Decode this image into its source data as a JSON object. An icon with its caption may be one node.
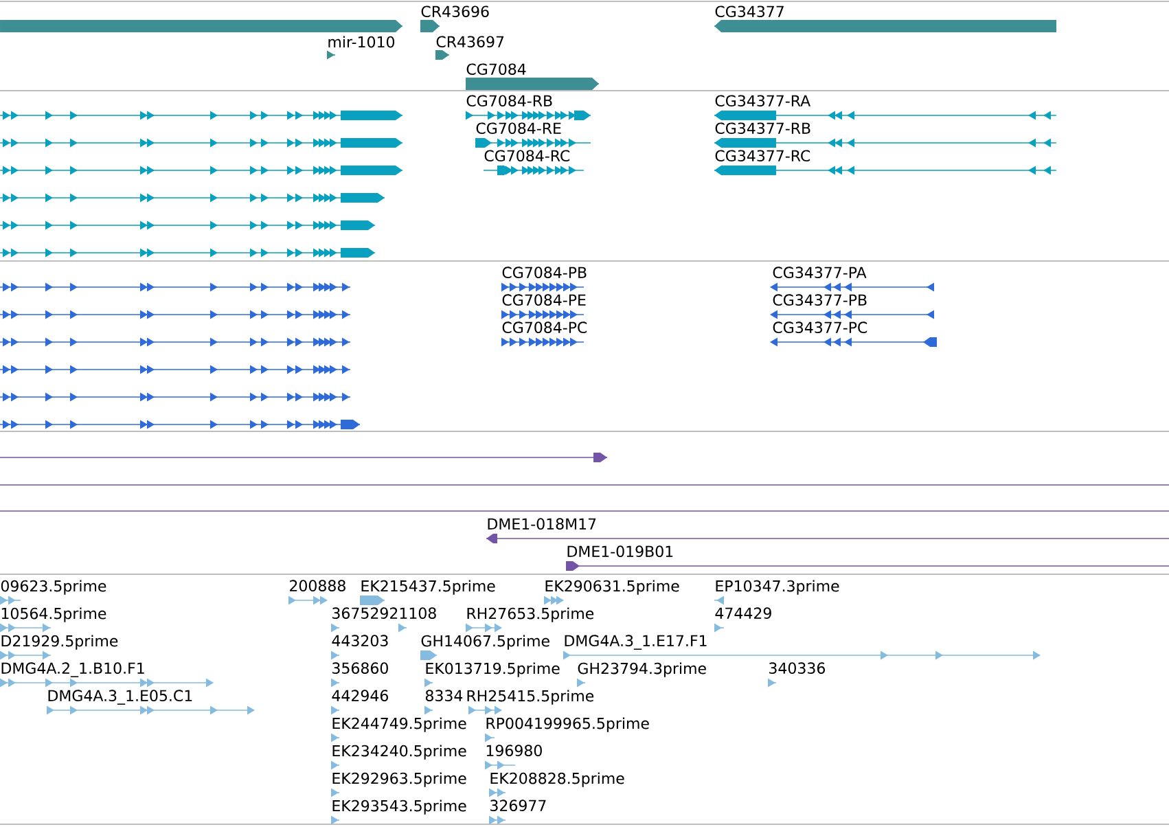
{
  "diagram": {
    "labels": [
      "CR43696",
      "CG34377",
      "mir-1010",
      "CR43697",
      "CG7084",
      "CG7084-RB",
      "CG34377-RA",
      "CG7084-RE",
      "CG34377-RB",
      "CG7084-RC",
      "CG34377-RC",
      "CG7084-PB",
      "CG34377-PA",
      "CG7084-PE",
      "CG34377-PB",
      "CG7084-PC",
      "CG34377-PC",
      "DME1-018M17",
      "DME1-019B01",
      "09623.5prime",
      "200888",
      "EK215437.5prime",
      "EK290631.5prime",
      "EP10347.3prime",
      "10564.5prime",
      "36752921108",
      "RH27653.5prime",
      "474429",
      "D21929.5prime",
      "443203",
      "GH14067.5prime",
      "DMG4A.3_1.E17.F1",
      "DMG4A.2_1.B10.F1",
      "356860",
      "EK013719.5prime",
      "GH23794.3prime",
      "340336",
      "DMG4A.3_1.E05.C1",
      "442946",
      "8334",
      "RH25415.5prime",
      "EK244749.5prime",
      "RP004199965.5prime",
      "EK234240.5prime",
      "196980",
      "EK292963.5prime",
      "EK208828.5prime",
      "EK293543.5prime",
      "326977"
    ]
  }
}
